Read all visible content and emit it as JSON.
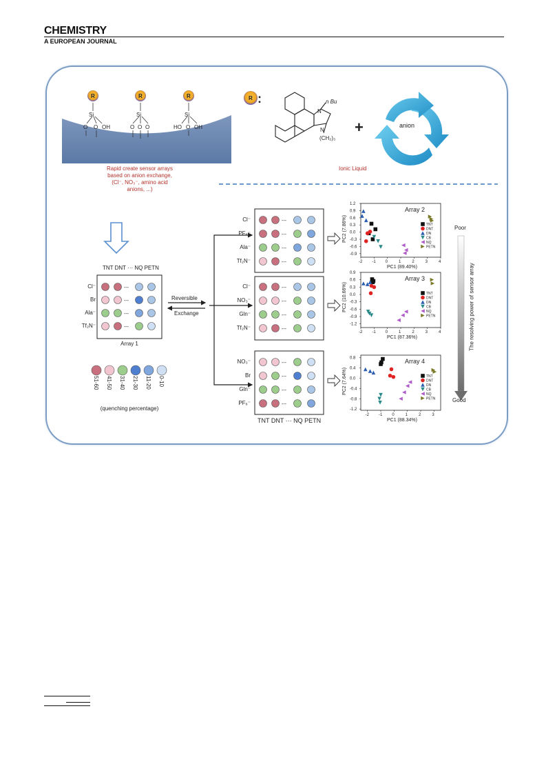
{
  "header": {
    "journal_title": "CHEMISTRY",
    "journal_subtitle": "A EUROPEAN JOURNAL"
  },
  "surface": {
    "receptor_label": "R",
    "si": "Si",
    "o": "O",
    "oh_right": "OH",
    "oh_left": "HO",
    "caption_line1": "Rapid create sensor arrays",
    "caption_line2": "based on anion exchange,",
    "caption_line3": "(Cl⁻, NO₃⁻, amino acid",
    "caption_line4": "anions, ...)"
  },
  "ionic_liquid": {
    "receptor_label": "R",
    "colon": ":",
    "n_label": "N",
    "nbu": "n Bu",
    "ch2": "(CH₂)₃",
    "plus_sign": "+",
    "anion_label": "anion",
    "label": "Ionic Liquid"
  },
  "array1": {
    "columns": "TNT DNT ··· NQ PETN",
    "rows": [
      {
        "label": "Cl⁻",
        "colors": [
          "#c9707e",
          "#c9707e",
          "#a9c6e6",
          "#a9c6e6"
        ]
      },
      {
        "label": "Br",
        "colors": [
          "#f1c6d0",
          "#f1c6d0",
          "#4f7fd0",
          "#a9c6e6"
        ]
      },
      {
        "label": "Ala⁻",
        "colors": [
          "#9ccd8c",
          "#9ccd8c",
          "#7fa6dd",
          "#a9c6e6"
        ]
      },
      {
        "label": "Tf₂N⁻",
        "colors": [
          "#f1c6d0",
          "#c9707e",
          "#9ccd8c",
          "#cfe0f4"
        ]
      }
    ],
    "dots": "---",
    "caption": "Array 1"
  },
  "exchange": {
    "top": "Reversible",
    "bottom": "Exchange"
  },
  "legend": {
    "colors": [
      "#c9707e",
      "#f1c6d0",
      "#9ccd8c",
      "#4f7fd0",
      "#7fa6dd",
      "#cfe0f4"
    ],
    "ranges": [
      "51-60",
      "41-50",
      "31-40",
      "21-30",
      "11-20",
      "0-10"
    ],
    "caption": "(quenching percentage)"
  },
  "array2": {
    "rows": [
      {
        "label": "Cl⁻",
        "colors": [
          "#c9707e",
          "#c9707e",
          "#a9c6e6",
          "#a9c6e6"
        ]
      },
      {
        "label": "PF₆⁻",
        "colors": [
          "#c9707e",
          "#c9707e",
          "#9ccd8c",
          "#7fa6dd"
        ]
      },
      {
        "label": "Ala⁻",
        "colors": [
          "#9ccd8c",
          "#9ccd8c",
          "#7fa6dd",
          "#a9c6e6"
        ]
      },
      {
        "label": "Tf₂N⁻",
        "colors": [
          "#f1c6d0",
          "#c9707e",
          "#9ccd8c",
          "#cfe0f4"
        ]
      }
    ]
  },
  "array3": {
    "rows": [
      {
        "label": "Cl⁻",
        "colors": [
          "#c9707e",
          "#c9707e",
          "#a9c6e6",
          "#a9c6e6"
        ]
      },
      {
        "label": "NO₃⁻",
        "colors": [
          "#f1c6d0",
          "#f1c6d0",
          "#9ccd8c",
          "#a9c6e6"
        ]
      },
      {
        "label": "Gln⁻",
        "colors": [
          "#9ccd8c",
          "#9ccd8c",
          "#9ccd8c",
          "#a9c6e6"
        ]
      },
      {
        "label": "Tf₂N⁻",
        "colors": [
          "#f1c6d0",
          "#c9707e",
          "#9ccd8c",
          "#cfe0f4"
        ]
      }
    ]
  },
  "array4": {
    "rows": [
      {
        "label": "NO₃⁻",
        "colors": [
          "#f1c6d0",
          "#f1c6d0",
          "#9ccd8c",
          "#cfe0f4"
        ]
      },
      {
        "label": "Br",
        "colors": [
          "#f1c6d0",
          "#9ccd8c",
          "#4f7fd0",
          "#cfe0f4"
        ]
      },
      {
        "label": "Gln⁻",
        "colors": [
          "#9ccd8c",
          "#9ccd8c",
          "#9ccd8c",
          "#a9c6e6"
        ]
      },
      {
        "label": "PF₆⁻",
        "colors": [
          "#c9707e",
          "#c9707e",
          "#9ccd8c",
          "#7fa6dd"
        ]
      }
    ],
    "columns": "TNT DNT ··· NQ PETN"
  },
  "resolving_axis": {
    "top": "Poor",
    "bottom": "Good",
    "label": "The resolving power of sensor array"
  },
  "chart_data": [
    {
      "type": "scatter",
      "title": "Array 2",
      "xlabel": "PC1 (89.40%)",
      "ylabel": "PC2 (7.86%)",
      "xlim": [
        -2,
        4
      ],
      "ylim": [
        -1.05,
        1.2
      ],
      "xticks": [
        "-2",
        "-1",
        "0",
        "1",
        "2",
        "3",
        "4"
      ],
      "yticks": [
        "1.2",
        "0.9",
        "0.6",
        "0.3",
        "0.0",
        "-0.3",
        "-0.6",
        "-0.9"
      ],
      "series": [
        {
          "name": "TNT",
          "color": "#111111",
          "marker": "square",
          "x": [
            -1.2,
            -0.9,
            -1.4,
            -1.1
          ],
          "y": [
            0.35,
            0.12,
            -0.05,
            -0.3
          ]
        },
        {
          "name": "DNT",
          "color": "#e02424",
          "marker": "circle",
          "x": [
            -1.5,
            -1.3,
            -1.6
          ],
          "y": [
            -0.05,
            0.02,
            -0.38
          ]
        },
        {
          "name": "DN",
          "color": "#2a5db0",
          "marker": "tri-up",
          "x": [
            -1.8,
            -1.6,
            -1.9
          ],
          "y": [
            0.88,
            0.5,
            0.68
          ]
        },
        {
          "name": "CB",
          "color": "#2a8a8a",
          "marker": "tri-down",
          "x": [
            -1.0,
            -0.7,
            -0.5
          ],
          "y": [
            -0.2,
            -0.38,
            -0.62
          ]
        },
        {
          "name": "NQ",
          "color": "#b05cc8",
          "marker": "tri-left",
          "x": [
            1.2,
            1.4,
            1.3
          ],
          "y": [
            -0.55,
            -0.75,
            -0.88
          ]
        },
        {
          "name": "PETN",
          "color": "#7a7a2a",
          "marker": "tri-right",
          "x": [
            3.2,
            3.3,
            3.35
          ],
          "y": [
            0.65,
            0.55,
            0.48
          ]
        }
      ]
    },
    {
      "type": "scatter",
      "title": "Array 3",
      "xlabel": "PC1 (87.36%)",
      "ylabel": "PC2 (10.66%)",
      "xlim": [
        -2,
        4
      ],
      "ylim": [
        -1.35,
        0.9
      ],
      "xticks": [
        "-2",
        "-1",
        "0",
        "1",
        "2",
        "3",
        "4"
      ],
      "yticks": [
        "0.9",
        "0.6",
        "0.3",
        "0.0",
        "-0.3",
        "-0.6",
        "-0.9",
        "-1.2"
      ],
      "series": [
        {
          "name": "TNT",
          "color": "#111111",
          "marker": "square",
          "x": [
            -1.15,
            -1.05,
            -1.1
          ],
          "y": [
            0.62,
            0.55,
            0.5
          ]
        },
        {
          "name": "DNT",
          "color": "#e02424",
          "marker": "circle",
          "x": [
            -1.2,
            -1.0,
            -1.25
          ],
          "y": [
            0.35,
            0.3,
            0.05
          ]
        },
        {
          "name": "DN",
          "color": "#2a5db0",
          "marker": "tri-up",
          "x": [
            -1.8,
            -1.5,
            -1.3
          ],
          "y": [
            0.45,
            0.42,
            0.5
          ]
        },
        {
          "name": "CB",
          "color": "#2a8a8a",
          "marker": "tri-down",
          "x": [
            -1.45,
            -1.2,
            -1.35
          ],
          "y": [
            -0.7,
            -0.85,
            -0.78
          ]
        },
        {
          "name": "NQ",
          "color": "#b05cc8",
          "marker": "tri-left",
          "x": [
            1.4,
            1.15,
            0.85
          ],
          "y": [
            -0.7,
            -0.85,
            -1.05
          ]
        },
        {
          "name": "PETN",
          "color": "#7a7a2a",
          "marker": "tri-right",
          "x": [
            3.35,
            3.4
          ],
          "y": [
            0.6,
            0.45
          ]
        }
      ]
    },
    {
      "type": "scatter",
      "title": "Array 4",
      "xlabel": "PC1 (88.34%)",
      "ylabel": "PC2 (7.64%)",
      "xlim": [
        -2.5,
        3.5
      ],
      "ylim": [
        -1.25,
        0.9
      ],
      "xticks": [
        "-2",
        "-1",
        "0",
        "1",
        "2",
        "3"
      ],
      "yticks": [
        "0.8",
        "0.4",
        "0.0",
        "-0.4",
        "-0.8",
        "-1.2"
      ],
      "series": [
        {
          "name": "TNT",
          "color": "#111111",
          "marker": "square",
          "x": [
            -1.0,
            -0.95,
            -0.85
          ],
          "y": [
            0.55,
            0.62,
            0.75
          ]
        },
        {
          "name": "DNT",
          "color": "#e02424",
          "marker": "circle",
          "x": [
            -0.2,
            -0.3,
            -0.05
          ],
          "y": [
            0.35,
            0.1,
            0.05
          ]
        },
        {
          "name": "DN",
          "color": "#2a5db0",
          "marker": "tri-up",
          "x": [
            -2.15,
            -1.8,
            -1.55
          ],
          "y": [
            0.35,
            0.28,
            0.22
          ]
        },
        {
          "name": "CB",
          "color": "#2a8a8a",
          "marker": "tri-down",
          "x": [
            -1.0,
            -1.1,
            -1.05
          ],
          "y": [
            -0.65,
            -0.8,
            -0.95
          ]
        },
        {
          "name": "NQ",
          "color": "#b05cc8",
          "marker": "tri-left",
          "x": [
            1.0,
            0.75,
            0.5,
            1.2
          ],
          "y": [
            -0.3,
            -0.55,
            -0.8,
            -0.15
          ]
        },
        {
          "name": "PETN",
          "color": "#7a7a2a",
          "marker": "tri-right",
          "x": [
            2.95,
            3.05
          ],
          "y": [
            0.32,
            0.25
          ]
        }
      ]
    }
  ]
}
